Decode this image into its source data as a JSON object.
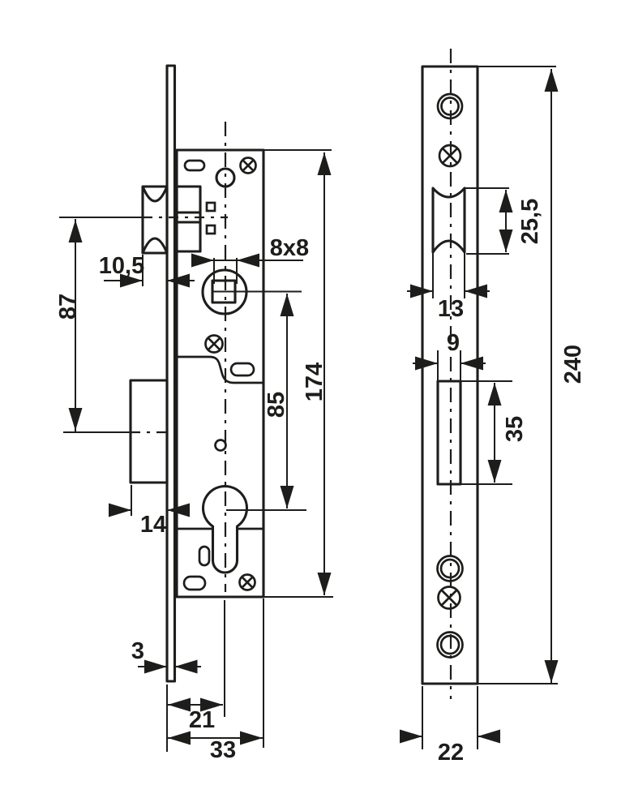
{
  "drawing": {
    "ink_color": "#1d1d1b",
    "background_color": "#ffffff",
    "lock_case_view": {
      "dim_roller_offset": "10,5",
      "dim_axis_spacing": "87",
      "dim_spindle_square": "8x8",
      "dim_case_height": "174",
      "dim_follower_to_cylinder": "85",
      "dim_deadbolt_height": "14",
      "dim_faceplate_thickness": "3",
      "dim_backset": "21",
      "dim_case_depth": "33"
    },
    "faceplate_view": {
      "dim_roller_cutout_height": "25,5",
      "dim_roller_cutout_width": "13",
      "dim_bolt_slot_width": "9",
      "dim_bolt_slot_height": "35",
      "dim_plate_length": "240",
      "dim_plate_width": "22"
    }
  }
}
